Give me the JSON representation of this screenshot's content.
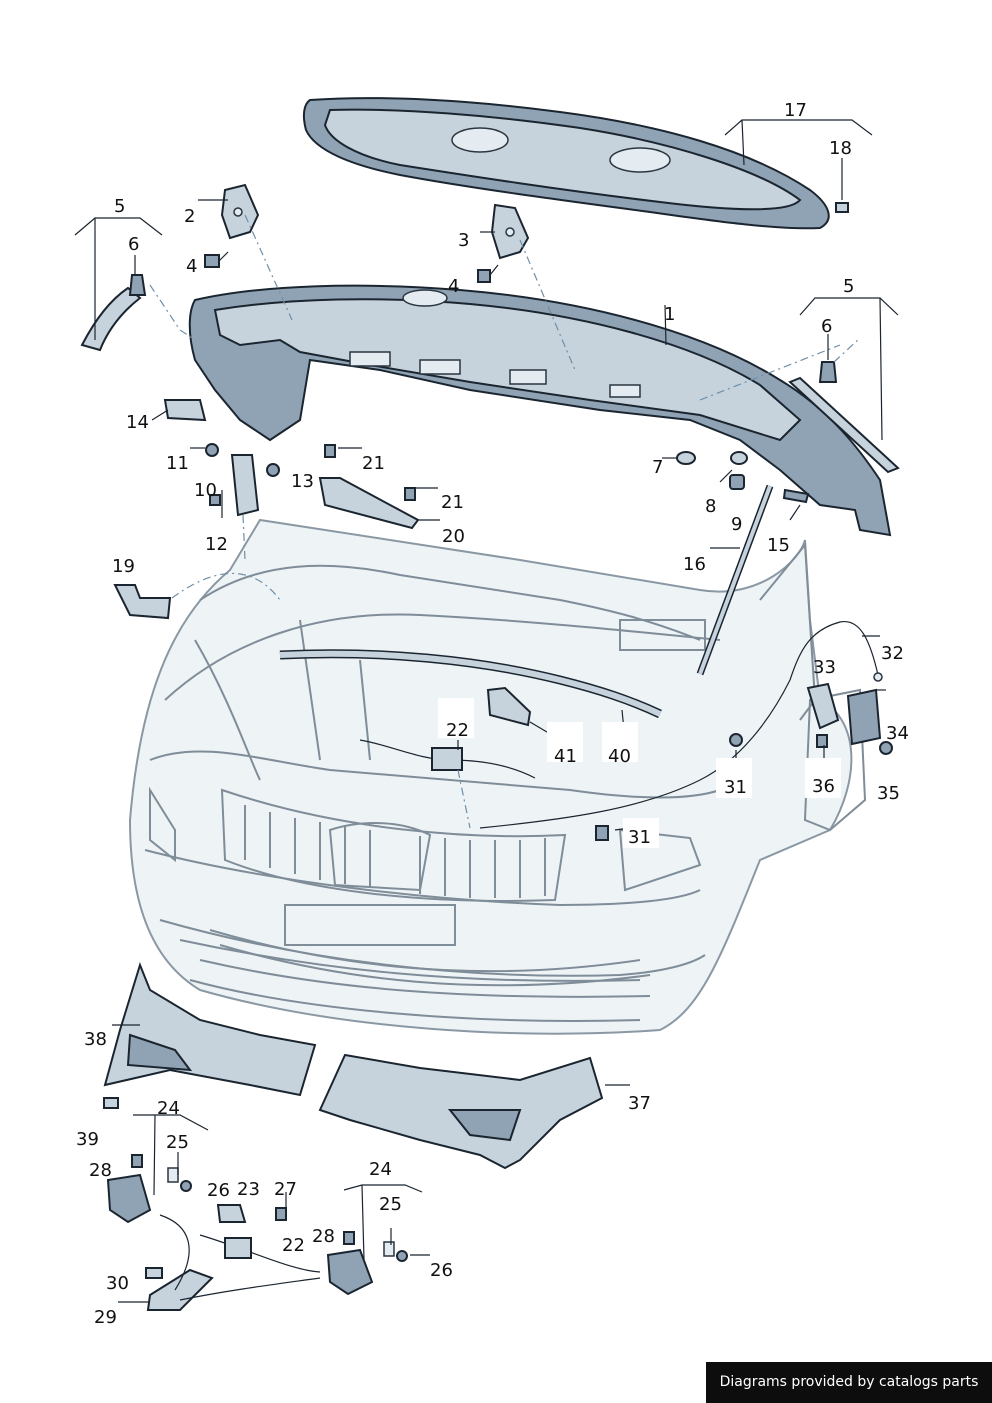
{
  "credit": "Diagrams provided by catalogs parts",
  "callouts": {
    "c1": "1",
    "c2": "2",
    "c3": "3",
    "c4a": "4",
    "c4b": "4",
    "c5a": "5",
    "c5b": "5",
    "c6a": "6",
    "c6b": "6",
    "c7": "7",
    "c8": "8",
    "c9": "9",
    "c10": "10",
    "c11": "11",
    "c12": "12",
    "c13": "13",
    "c14": "14",
    "c15": "15",
    "c16": "16",
    "c17": "17",
    "c18": "18",
    "c19": "19",
    "c20": "20",
    "c21a": "21",
    "c21b": "21",
    "c22a": "22",
    "c22b": "22",
    "c23": "23",
    "c24a": "24",
    "c24b": "24",
    "c25a": "25",
    "c25b": "25",
    "c26a": "26",
    "c26b": "26",
    "c27": "27",
    "c28a": "28",
    "c28b": "28",
    "c29": "29",
    "c30": "30",
    "c31a": "31",
    "c31b": "31",
    "c32": "32",
    "c33": "33",
    "c34": "34",
    "c35": "35",
    "c36": "36",
    "c37": "37",
    "c38": "38",
    "c39": "39",
    "c40": "40",
    "c41": "41"
  },
  "colors": {
    "part_fill": "#c6d3dd",
    "part_dark": "#8fa3b4",
    "outline": "#1b2530",
    "car_body": "#eef3f6"
  }
}
